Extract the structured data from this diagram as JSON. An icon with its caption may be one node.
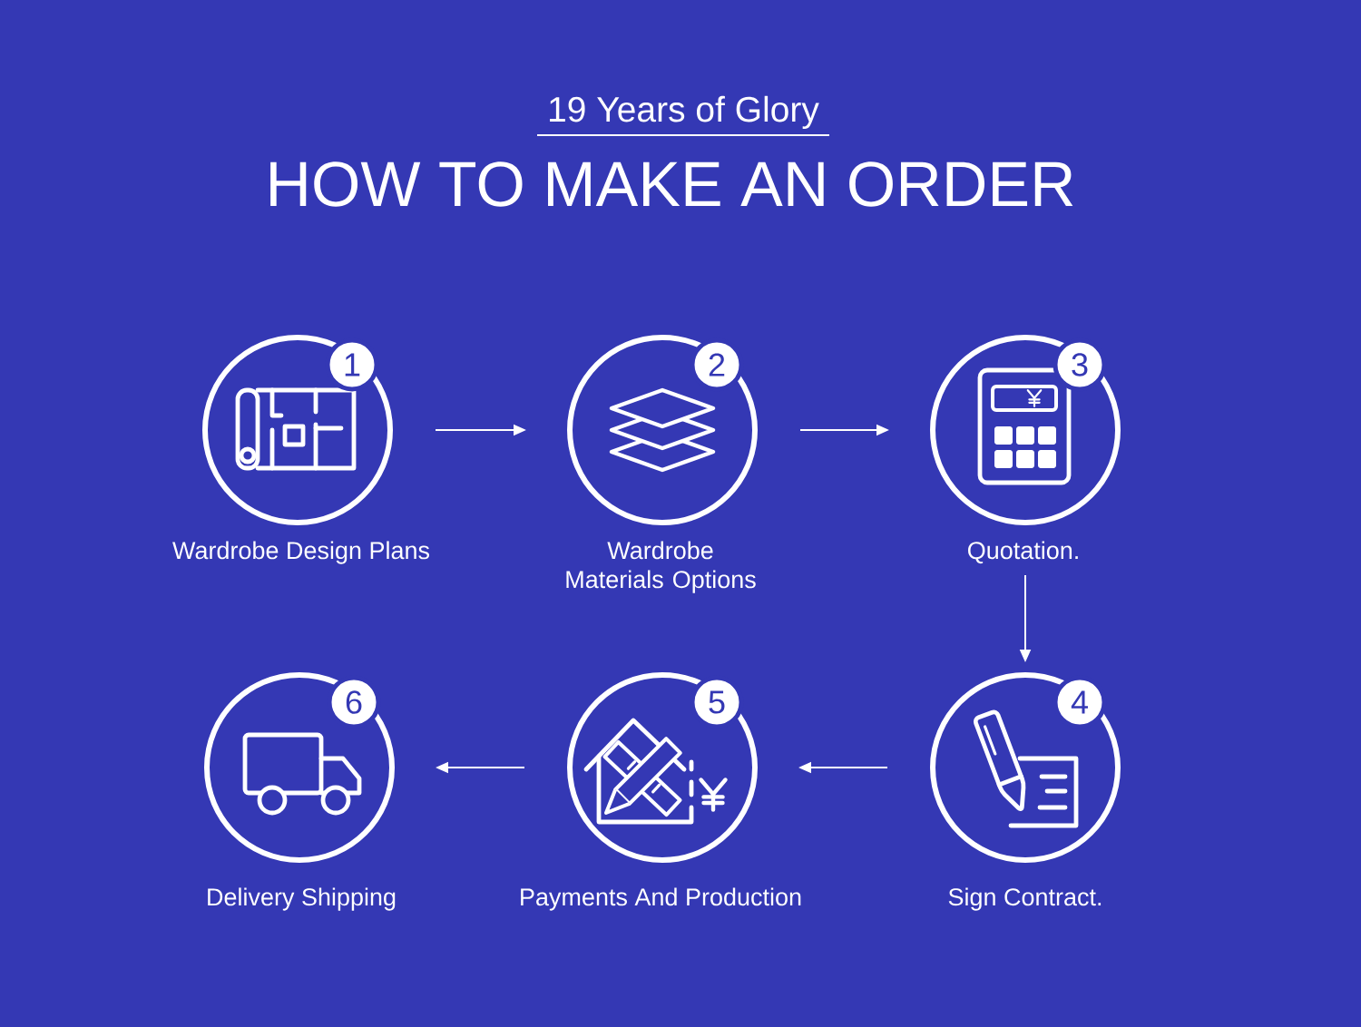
{
  "diagram": {
    "title": "HOW TO MAKE AN ORDER",
    "nodes": [
      {
        "text": [
          "1"
        ],
        "beside": [
          "Wardrobe Design Plans"
        ]
      },
      {
        "text": [
          "2"
        ],
        "beside": [
          "Wardrobe Materials Options"
        ]
      },
      {
        "text": [
          "3"
        ],
        "beside": [
          "Quotation."
        ]
      },
      {
        "text": [
          "4"
        ],
        "beside": [
          "Sign Contract."
        ]
      },
      {
        "text": [
          "5"
        ],
        "beside": [
          "Payments And Production"
        ]
      },
      {
        "text": [
          "6"
        ],
        "beside": [
          "Delivery Shipping"
        ]
      }
    ],
    "edges": [
      {
        "from": 0,
        "to": 1,
        "arrow": "to"
      },
      {
        "from": 1,
        "to": 2,
        "arrow": "to"
      },
      {
        "from": 2,
        "to": 3,
        "arrow": "to"
      },
      {
        "from": 3,
        "to": 4,
        "arrow": "to"
      },
      {
        "from": 4,
        "to": 5,
        "arrow": "to"
      }
    ],
    "labels": [
      "19 Years of Glory"
    ]
  }
}
